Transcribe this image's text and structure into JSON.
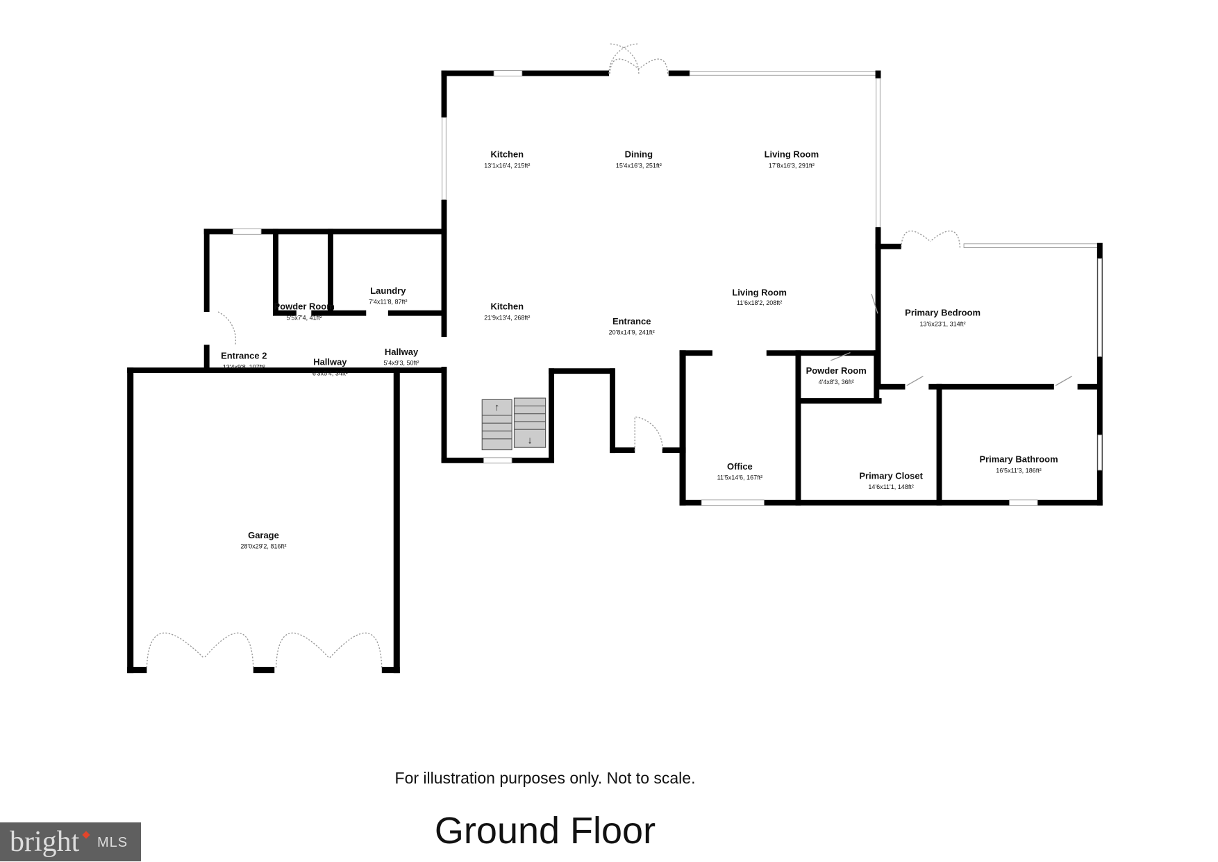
{
  "rooms": {
    "kitchen_top": {
      "name": "Kitchen",
      "dims": "13'1x16'4, 215ft²"
    },
    "dining": {
      "name": "Dining",
      "dims": "15'4x16'3, 251ft²"
    },
    "living_top": {
      "name": "Living Room",
      "dims": "17'8x16'3, 291ft²"
    },
    "kitchen_bottom": {
      "name": "Kitchen",
      "dims": "21'9x13'4, 268ft²"
    },
    "entrance": {
      "name": "Entrance",
      "dims": "20'8x14'9, 241ft²"
    },
    "living_bottom": {
      "name": "Living Room",
      "dims": "11'6x18'2, 208ft²"
    },
    "primary_bedroom": {
      "name": "Primary Bedroom",
      "dims": "13'6x23'1, 314ft²"
    },
    "powder_room_right": {
      "name": "Powder Room",
      "dims": "4'4x8'3, 36ft²"
    },
    "office": {
      "name": "Office",
      "dims": "11'5x14'6, 167ft²"
    },
    "primary_closet": {
      "name": "Primary Closet",
      "dims": "14'6x11'1, 148ft²"
    },
    "primary_bathroom": {
      "name": "Primary Bathroom",
      "dims": "16'5x11'3, 186ft²"
    },
    "powder_room_left": {
      "name": "Powder Room",
      "dims": "5'5x7'4, 41ft²"
    },
    "laundry": {
      "name": "Laundry",
      "dims": "7'4x11'8, 87ft²"
    },
    "entrance_2": {
      "name": "Entrance 2",
      "dims": "13'4x9'8, 107ft²"
    },
    "hallway_1": {
      "name": "Hallway",
      "dims": "6'3x5'4, 34ft²"
    },
    "hallway_2": {
      "name": "Hallway",
      "dims": "5'4x9'3, 50ft²"
    },
    "garage": {
      "name": "Garage",
      "dims": "28'0x29'2, 816ft²"
    }
  },
  "disclaimer": "For illustration purposes only. Not to scale.",
  "floor_title": "Ground Floor",
  "logo": {
    "brand": "bright",
    "suffix": "MLS",
    "bg_color": "#5f5f5f",
    "accent_color": "#e2452b"
  }
}
